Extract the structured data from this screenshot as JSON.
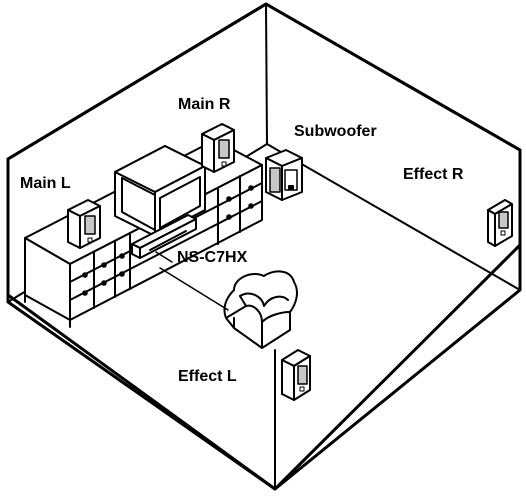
{
  "labels": {
    "main_r": "Main R",
    "subwoofer": "Subwoofer",
    "main_l": "Main L",
    "effect_r": "Effect R",
    "center": "NS-C7HX",
    "effect_l": "Effect L"
  },
  "colors": {
    "line": "#000000",
    "fill": "#ffffff",
    "shade": "#c8c8c8"
  }
}
